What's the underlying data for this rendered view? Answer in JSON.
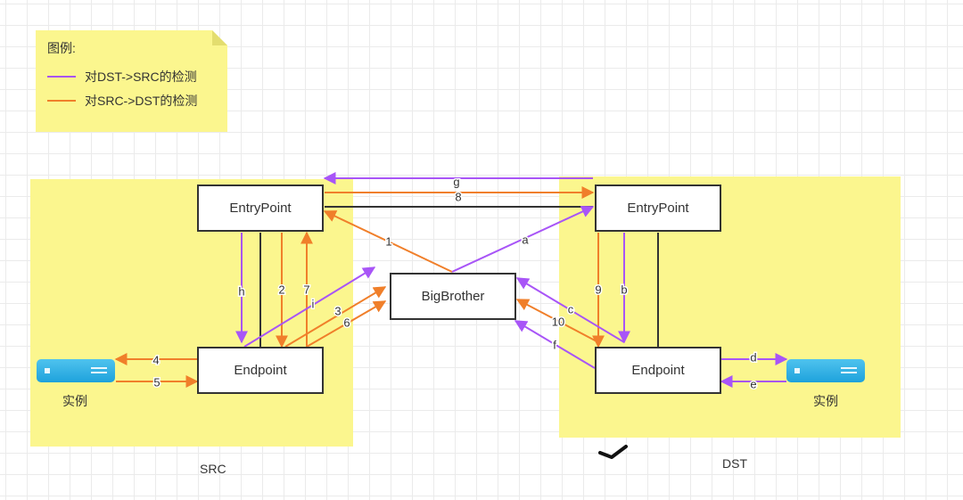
{
  "legend": {
    "title": "图例:",
    "items": [
      {
        "label": "对DST->SRC的检测",
        "color": "#a855f7"
      },
      {
        "label": "对SRC->DST的检测",
        "color": "#f07f2a"
      }
    ]
  },
  "nodes": {
    "src_entrypoint": "EntryPoint",
    "src_endpoint": "Endpoint",
    "dst_entrypoint": "EntryPoint",
    "dst_endpoint": "Endpoint",
    "bigbrother": "BigBrother"
  },
  "instances": {
    "src_label": "实例",
    "dst_label": "实例"
  },
  "zones": {
    "src_label": "SRC",
    "dst_label": "DST"
  },
  "colors": {
    "purple": "#a855f7",
    "orange": "#f07f2a",
    "black": "#333333",
    "zone_fill": "#fbf68e"
  },
  "edges": [
    {
      "label": "g",
      "color": "purple",
      "from": "dst_entrypoint",
      "to": "src_entrypoint"
    },
    {
      "label": "8",
      "color": "orange",
      "from": "src_entrypoint",
      "to": "dst_entrypoint"
    },
    {
      "label": "",
      "color": "black",
      "from": "src_entrypoint",
      "to": "dst_entrypoint"
    },
    {
      "label": "1",
      "color": "orange",
      "from": "bigbrother",
      "to": "src_entrypoint"
    },
    {
      "label": "a",
      "color": "purple",
      "from": "bigbrother",
      "to": "dst_entrypoint"
    },
    {
      "label": "h",
      "color": "purple",
      "from": "src_entrypoint",
      "to": "src_endpoint"
    },
    {
      "label": "2",
      "color": "orange",
      "from": "src_entrypoint",
      "to": "src_endpoint"
    },
    {
      "label": "7",
      "color": "orange",
      "from": "src_endpoint",
      "to": "src_entrypoint"
    },
    {
      "label": "i",
      "color": "purple",
      "from": "src_endpoint",
      "to": "bigbrother"
    },
    {
      "label": "3",
      "color": "orange",
      "from": "src_endpoint",
      "to": "bigbrother"
    },
    {
      "label": "6",
      "color": "orange",
      "from": "src_endpoint",
      "to": "bigbrother"
    },
    {
      "label": "4",
      "color": "orange",
      "from": "src_endpoint",
      "to": "src_instance"
    },
    {
      "label": "5",
      "color": "orange",
      "from": "src_instance",
      "to": "src_endpoint"
    },
    {
      "label": "9",
      "color": "orange",
      "from": "dst_entrypoint",
      "to": "dst_endpoint"
    },
    {
      "label": "b",
      "color": "purple",
      "from": "dst_entrypoint",
      "to": "dst_endpoint"
    },
    {
      "label": "c",
      "color": "purple",
      "from": "dst_endpoint",
      "to": "bigbrother"
    },
    {
      "label": "10",
      "color": "orange",
      "from": "dst_endpoint",
      "to": "bigbrother"
    },
    {
      "label": "f",
      "color": "purple",
      "from": "dst_endpoint",
      "to": "bigbrother"
    },
    {
      "label": "d",
      "color": "purple",
      "from": "dst_endpoint",
      "to": "dst_instance"
    },
    {
      "label": "e",
      "color": "purple",
      "from": "dst_instance",
      "to": "dst_endpoint"
    }
  ]
}
